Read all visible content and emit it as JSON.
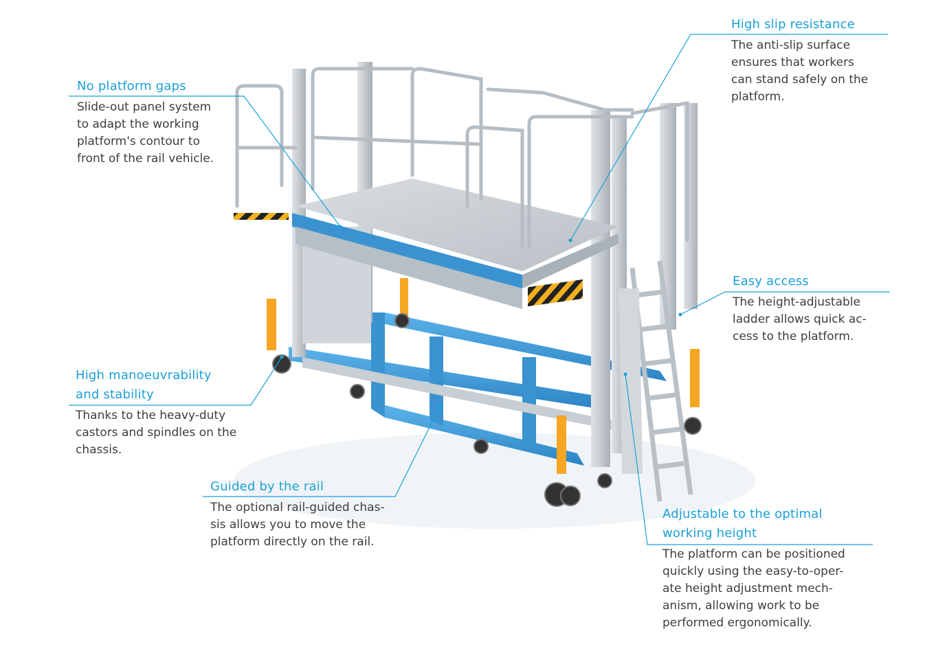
{
  "callouts": [
    {
      "id": "no-platform-gaps",
      "title": "No platform gaps",
      "desc": "Slide-out panel system\nto adapt the working\nplatform's contour to\nfront of the rail vehicle."
    },
    {
      "id": "high-slip-resistance",
      "title": "High slip resistance",
      "desc": "The anti-slip surface\nensures that workers\ncan stand safely on the\nplatform."
    },
    {
      "id": "easy-access",
      "title": "Easy access",
      "desc": "The height-adjustable\nladder allows quick ac-\ncess to the platform."
    },
    {
      "id": "high-manoeuvrability",
      "title": "High manoeuvrability\nand stability",
      "desc": "Thanks to the heavy-duty\ncastors and spindles on the\nchassis."
    },
    {
      "id": "guided-by-rail",
      "title": "Guided by the rail",
      "desc": "The optional rail-guided chas-\nsis allows you to move the\nplatform directly on the rail."
    },
    {
      "id": "adjustable-height",
      "title": "Adjustable to the optimal\nworking height",
      "desc": "The platform can be positioned\nquickly using the easy-to-oper-\nate height adjustment mech-\nanism, allowing work to be\nperformed ergonomically."
    }
  ],
  "colors": {
    "accent": "#1a9fd8",
    "frame_blue": "#3d9ad8",
    "steel": "#c9ced3",
    "spindle_yellow": "#f5a623",
    "text": "#3d3d3d"
  }
}
